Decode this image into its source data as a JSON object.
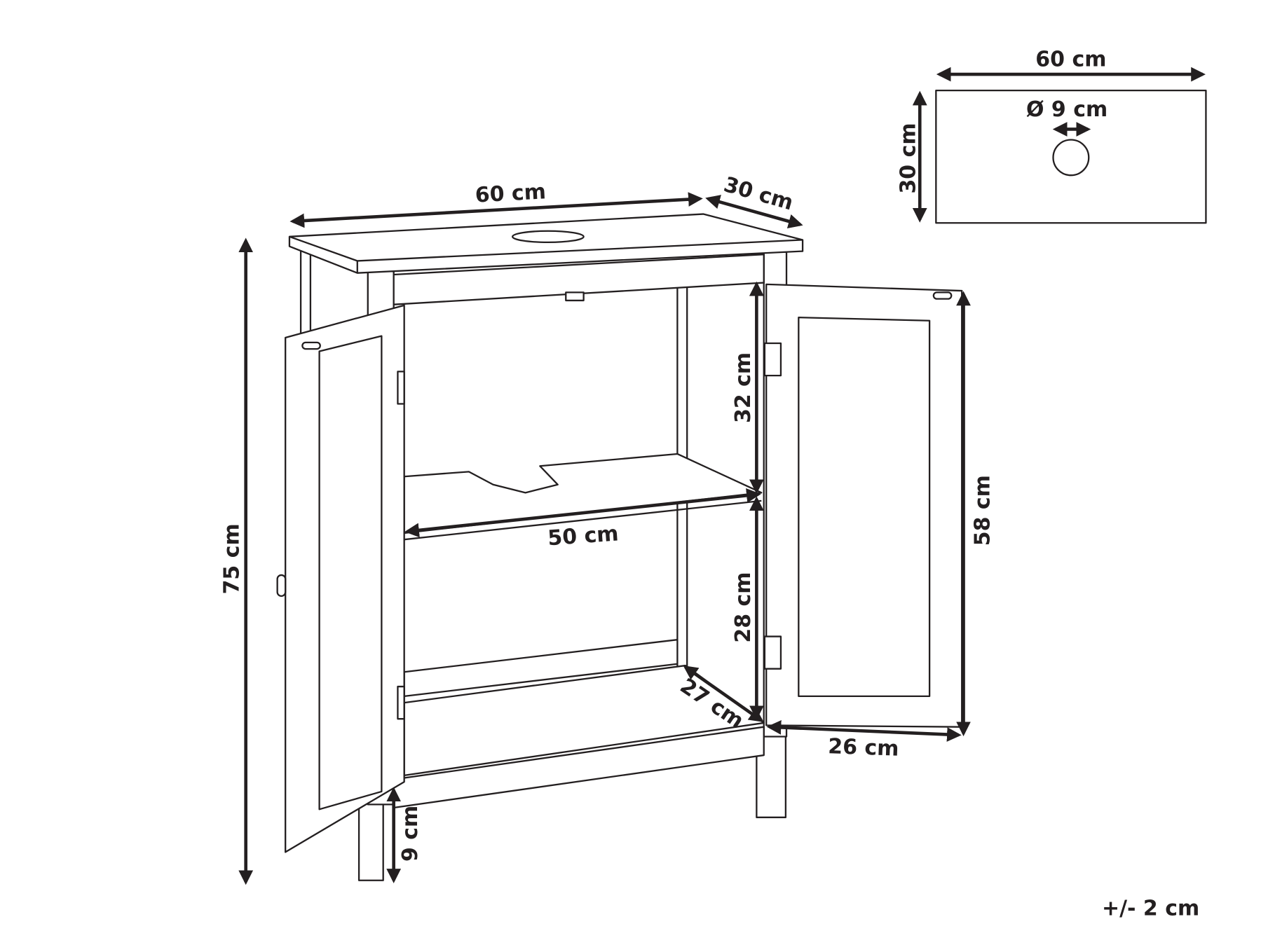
{
  "top_view": {
    "width_label": "60 cm",
    "depth_label": "30 cm",
    "hole_label": "Ø 9 cm"
  },
  "cabinet": {
    "width_label": "60 cm",
    "depth_label": "30 cm",
    "height_label": "75 cm",
    "upper_compartment_label": "32 cm",
    "lower_compartment_label": "28 cm",
    "shelf_width_label": "50 cm",
    "inner_depth_label": "27 cm",
    "door_height_label": "58 cm",
    "door_width_label": "26 cm",
    "leg_height_label": "9 cm"
  },
  "tolerance_label": "+/- 2 cm",
  "colors": {
    "line": "#231f20",
    "background": "#ffffff"
  }
}
